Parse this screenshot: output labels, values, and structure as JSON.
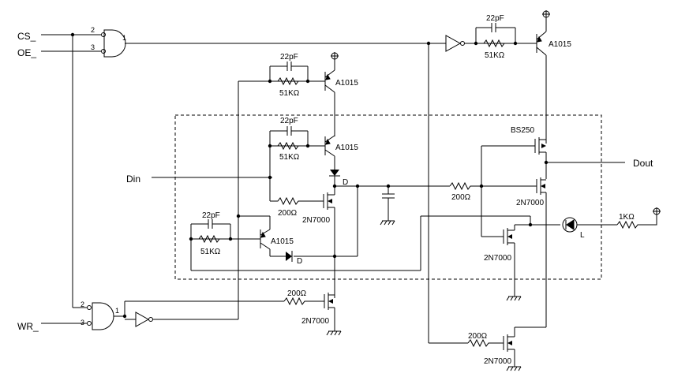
{
  "signals": {
    "cs": "CS_",
    "oe": "OE_",
    "wr": "WR_",
    "din": "Din",
    "dout": "Dout"
  },
  "pins": {
    "and_top_in1": "2",
    "and_top_in2": "3",
    "and_top_out": "1",
    "and_bot_in1": "2",
    "and_bot_in2": "3",
    "and_bot_out": "1"
  },
  "components": {
    "cap": "22pF",
    "r51k": "51KΩ",
    "pnp": "A1015",
    "r200": "200Ω",
    "nmos": "2N7000",
    "pmos": "BS250",
    "diode": "D",
    "r1k": "1KΩ",
    "led": "L"
  }
}
